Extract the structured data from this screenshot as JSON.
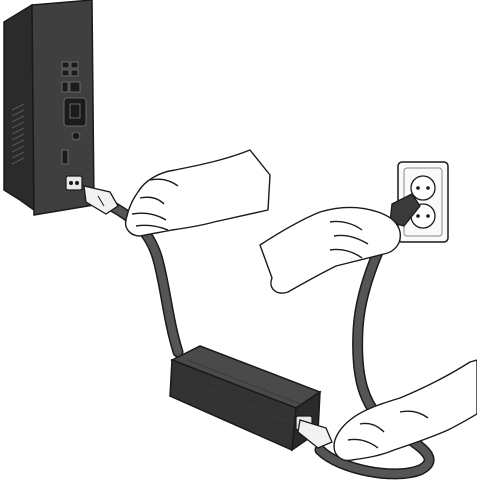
{
  "illustration": {
    "kind": "instruction-illustration",
    "depicts": [
      "console",
      "power-cord",
      "power-supply-brick",
      "wall-outlet",
      "hands"
    ]
  },
  "colors": {
    "background": "#ffffff",
    "outline": "#1a1a1a",
    "console_body": "#3d3d3d",
    "console_front": "#2f2f2f",
    "cable": "#555555",
    "brick": "#3a3a3a",
    "brick_top": "#4a4a4a",
    "plug": "#f2f2f2",
    "outlet": "#fafafa",
    "skin": "#ffffff"
  }
}
